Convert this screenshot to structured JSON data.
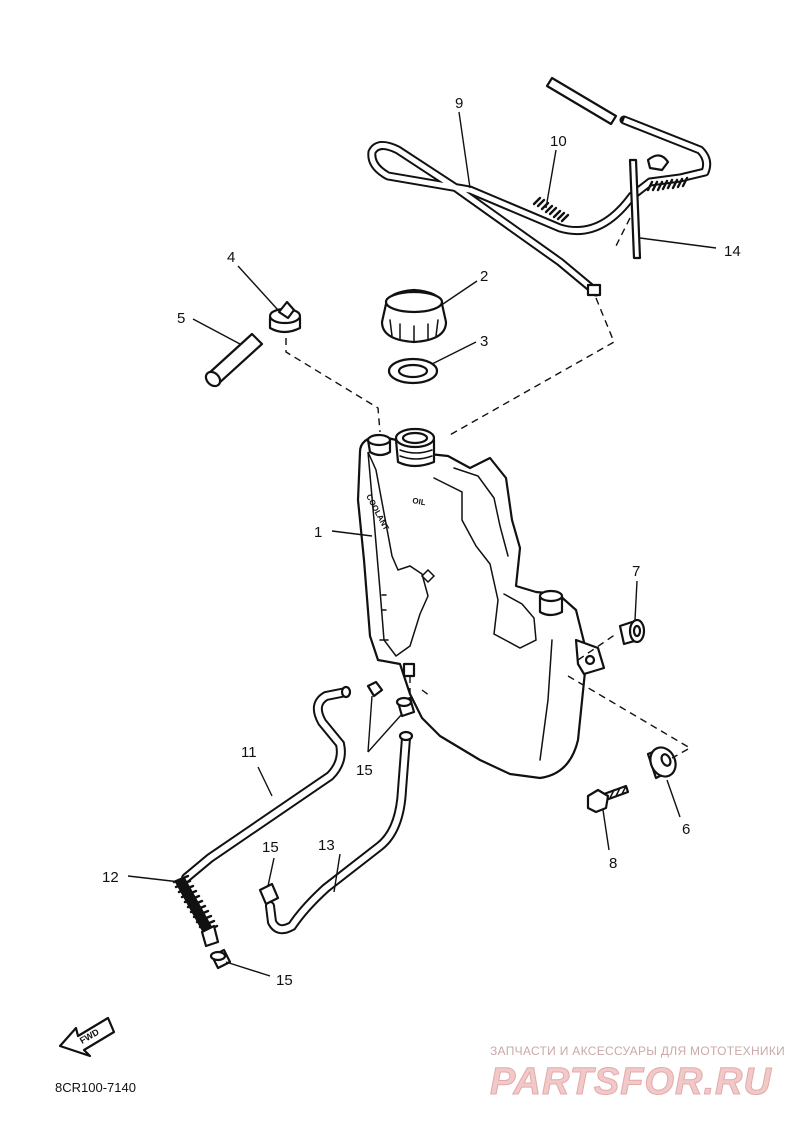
{
  "diagram": {
    "callouts": {
      "c1": "1",
      "c2": "2",
      "c3": "3",
      "c4": "4",
      "c5": "5",
      "c6": "6",
      "c7": "7",
      "c8": "8",
      "c9": "9",
      "c10": "10",
      "c11": "11",
      "c12": "12",
      "c13": "13",
      "c14": "14",
      "c15a": "15",
      "c15b": "15",
      "c15c": "15"
    },
    "tank_labels": {
      "oil": "OIL",
      "coolant": "COOLANT"
    },
    "fwd_label": "FWD",
    "drawing_code": "8CR100-7140"
  },
  "watermark": {
    "tagline": "ЗАПЧАСТИ И АКСЕССУАРЫ ДЛЯ МОТОТЕХНИКИ",
    "brand": "PARTSFOR.RU"
  }
}
